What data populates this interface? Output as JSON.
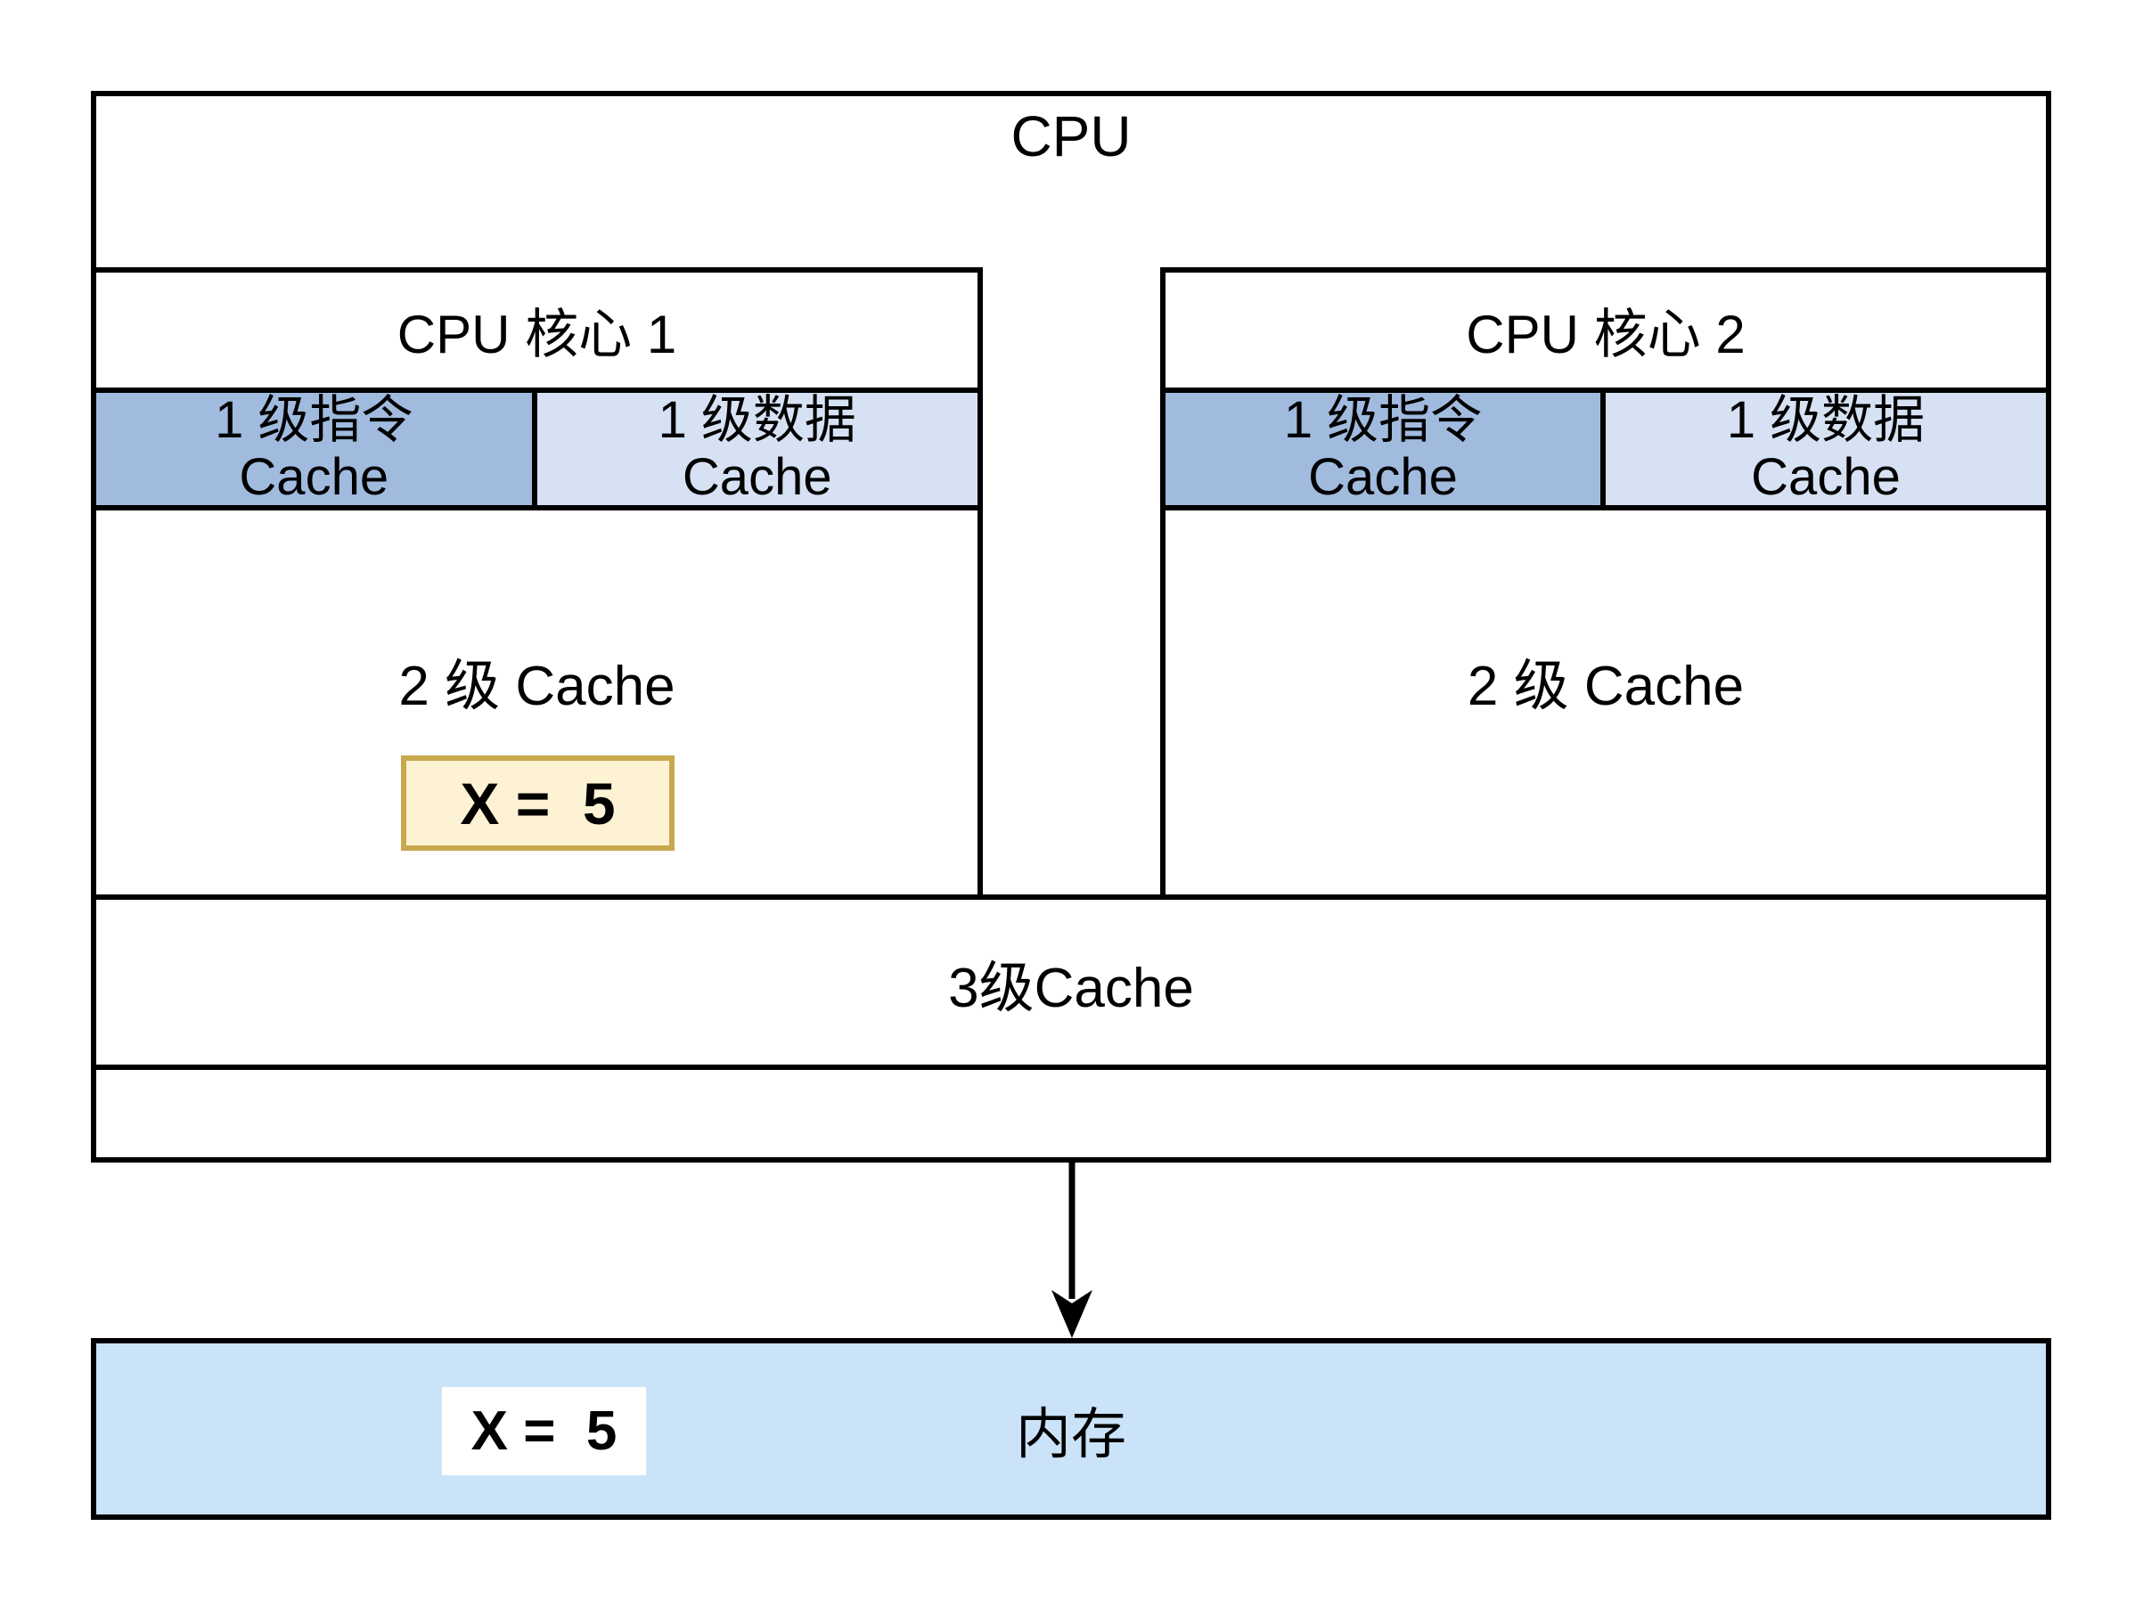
{
  "cpu": {
    "label": "CPU",
    "cores": [
      {
        "title": "CPU 核心 1",
        "l1_instruction": {
          "line1": "1 级指令",
          "line2": "Cache"
        },
        "l1_data": {
          "line1": "1 级数据",
          "line2": "Cache"
        },
        "l2": {
          "label": "2 级 Cache",
          "value": "X =  5"
        }
      },
      {
        "title": "CPU 核心 2",
        "l1_instruction": {
          "line1": "1 级指令",
          "line2": "Cache"
        },
        "l1_data": {
          "line1": "1 级数据",
          "line2": "Cache"
        },
        "l2": {
          "label": "2 级 Cache"
        }
      }
    ],
    "l3": {
      "label": "3级Cache"
    }
  },
  "memory": {
    "label": "内存",
    "value": "X =  5"
  },
  "colors": {
    "l1_instruction_bg": "#a1bbdf",
    "l1_data_bg": "#d6e1f3",
    "memory_bg": "#cbe3f9",
    "highlight_bg": "#fdf3d4",
    "highlight_border": "#c9a850",
    "line": "#000000"
  }
}
